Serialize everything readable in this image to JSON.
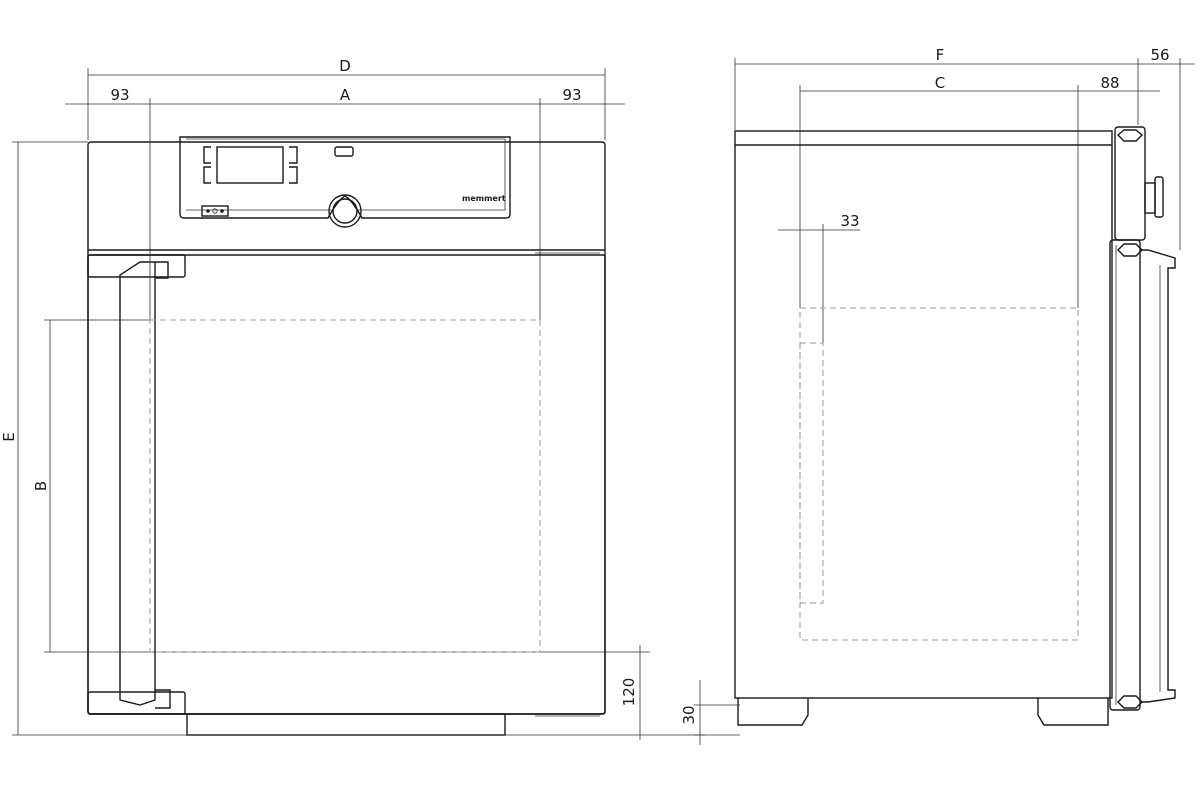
{
  "front_view": {
    "dimensions": {
      "overall_width": "D",
      "left_offset": "93",
      "interior_width": "A",
      "right_offset": "93",
      "overall_height": "E",
      "interior_height": "B",
      "bottom_offset": "120"
    },
    "logo": "memmert"
  },
  "side_view": {
    "dimensions": {
      "overall_depth": "F",
      "door_handle": "56",
      "interior_depth": "C",
      "rear_offset": "88",
      "front_offset": "33",
      "foot_height": "30"
    }
  }
}
